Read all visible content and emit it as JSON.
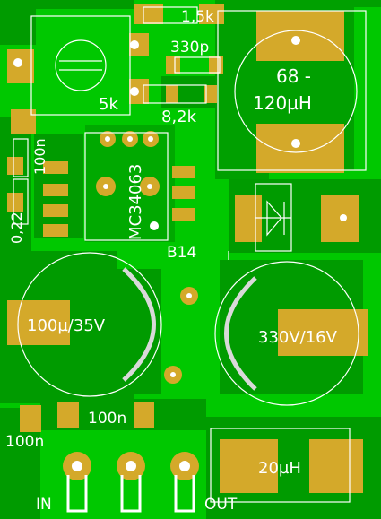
{
  "colors": {
    "board": "#00c800",
    "trace": "#009b00",
    "pad": "#d4a92a",
    "silk": "#ffffff",
    "drill": "#ffffff"
  },
  "labels": {
    "r_1k5": "1,5k",
    "c_330p": "330p",
    "pot_5k": "5k",
    "r_8k2": "8,2k",
    "ind_68_top": "68 -",
    "ind_68_bottom": "120µH",
    "c_100n_left": "100n",
    "c_0_22": "0,22",
    "ic_mc34063": "MC34063",
    "diode_b14": "B14",
    "cap_in": "100µ/35V",
    "cap_out": "330V/16V",
    "c_100n_bottom": "100n",
    "c_100n_bottom_left": "100n",
    "ind_20": "20µH",
    "pin_in": "IN",
    "pin_out": "OUT"
  }
}
